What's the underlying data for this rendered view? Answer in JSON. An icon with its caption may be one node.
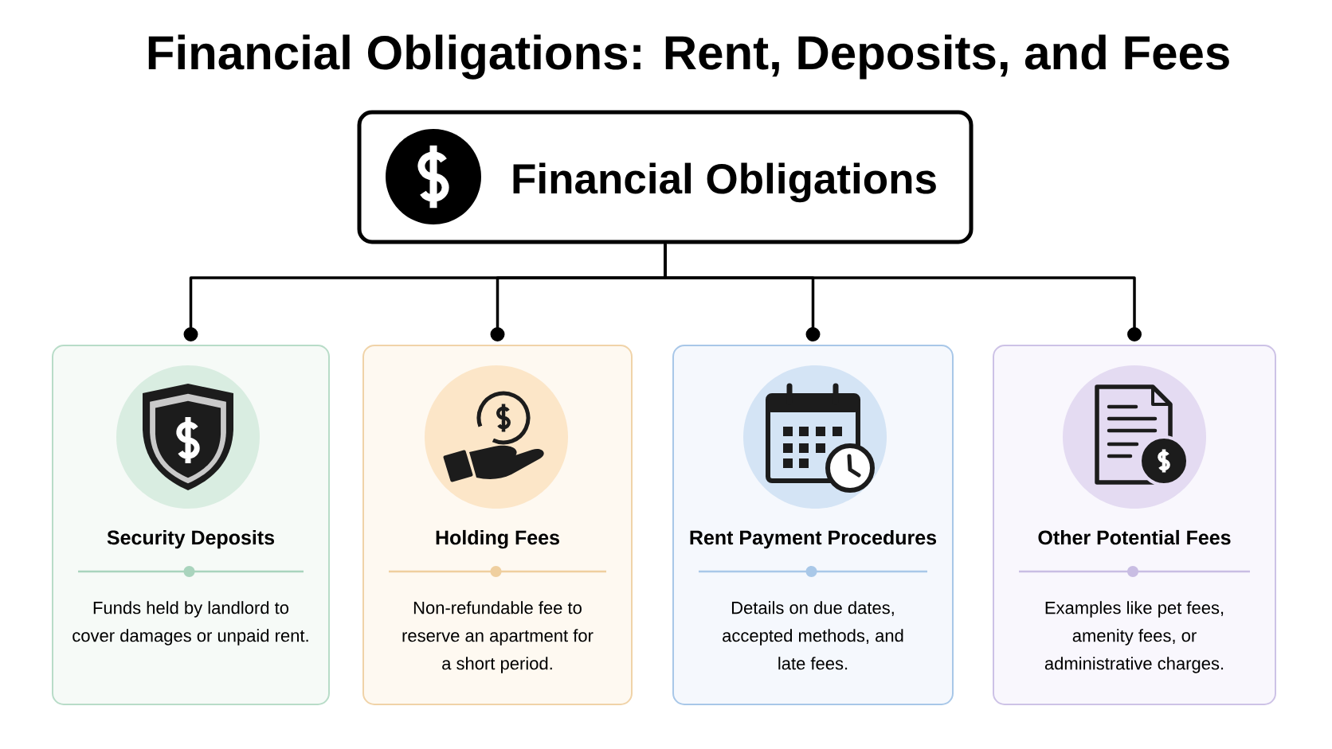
{
  "diagram": {
    "title": "Financial Obligations: Rent, Deposits, and Fees",
    "nodes": [
      {
        "text": [
          "Financial Obligations"
        ]
      },
      {
        "text": [
          "Security Deposits",
          "Funds held by landlord to cover damages or unpaid rent."
        ]
      },
      {
        "text": [
          "Holding Fees",
          "Non-refundable fee to reserve an apartment for a short period."
        ]
      },
      {
        "text": [
          "Rent Payment Procedures",
          "Details on due dates, accepted methods, and late fees."
        ]
      },
      {
        "text": [
          "Other Potential Fees",
          "Examples like pet fees, amenity fees, or administrative charges."
        ]
      }
    ],
    "edges": [
      {
        "from": 0,
        "to": 1,
        "arrow": "other"
      },
      {
        "from": 0,
        "to": 2,
        "arrow": "other"
      },
      {
        "from": 0,
        "to": 3,
        "arrow": "other"
      },
      {
        "from": 0,
        "to": 4,
        "arrow": "other"
      }
    ]
  }
}
